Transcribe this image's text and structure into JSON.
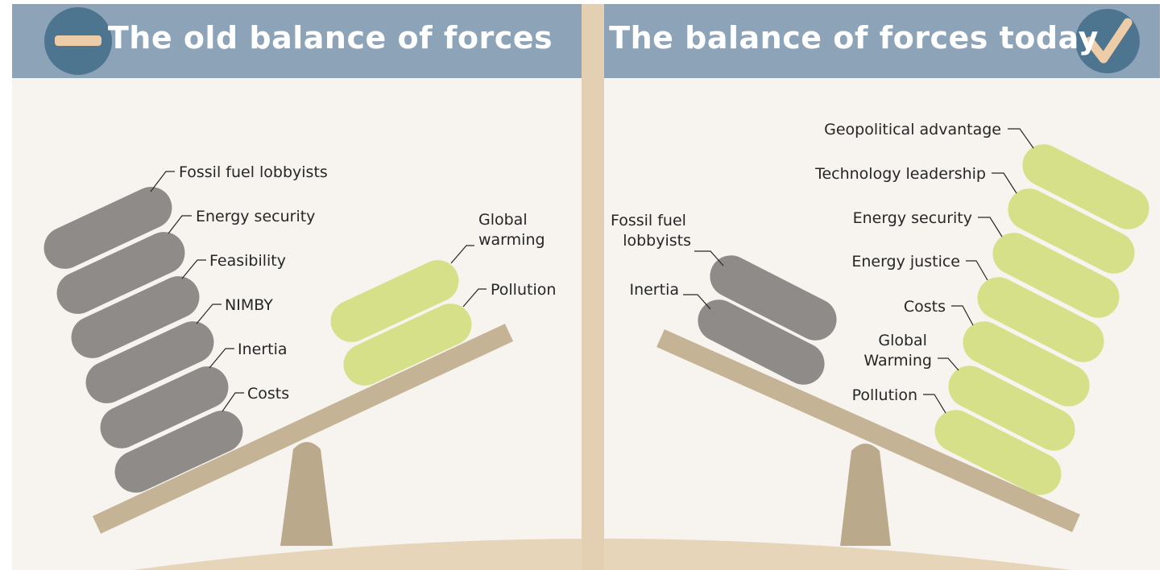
{
  "left_panel": {
    "title": "The old balance of forces",
    "badge_icon": "minus-icon",
    "heavy_side": [
      "Fossil fuel lobbyists",
      "Energy security",
      "Feasibility",
      "NIMBY",
      "Inertia",
      "Costs"
    ],
    "light_side": [
      [
        "Global",
        "warming"
      ],
      "Pollution"
    ]
  },
  "right_panel": {
    "title": "The balance of forces today",
    "badge_icon": "checkmark-icon",
    "light_side": [
      [
        "Fossil fuel",
        "lobbyists"
      ],
      "Inertia"
    ],
    "heavy_side": [
      "Geopolitical advantage",
      "Technology leadership",
      "Energy security",
      "Energy justice",
      "Costs",
      [
        "Global",
        "Warming"
      ],
      "Pollution"
    ]
  },
  "colors": {
    "background": "#f7f4ef",
    "header": "#8da3b8",
    "badge": "#4e7590",
    "pole": "#e3cfb2",
    "beam": "#c5b396",
    "fulcrum": "#baa98a",
    "ground": "#e7d5ba",
    "gray_weight": "#8e8b88",
    "green_weight": "#d6e088",
    "label_text": "#262626"
  }
}
